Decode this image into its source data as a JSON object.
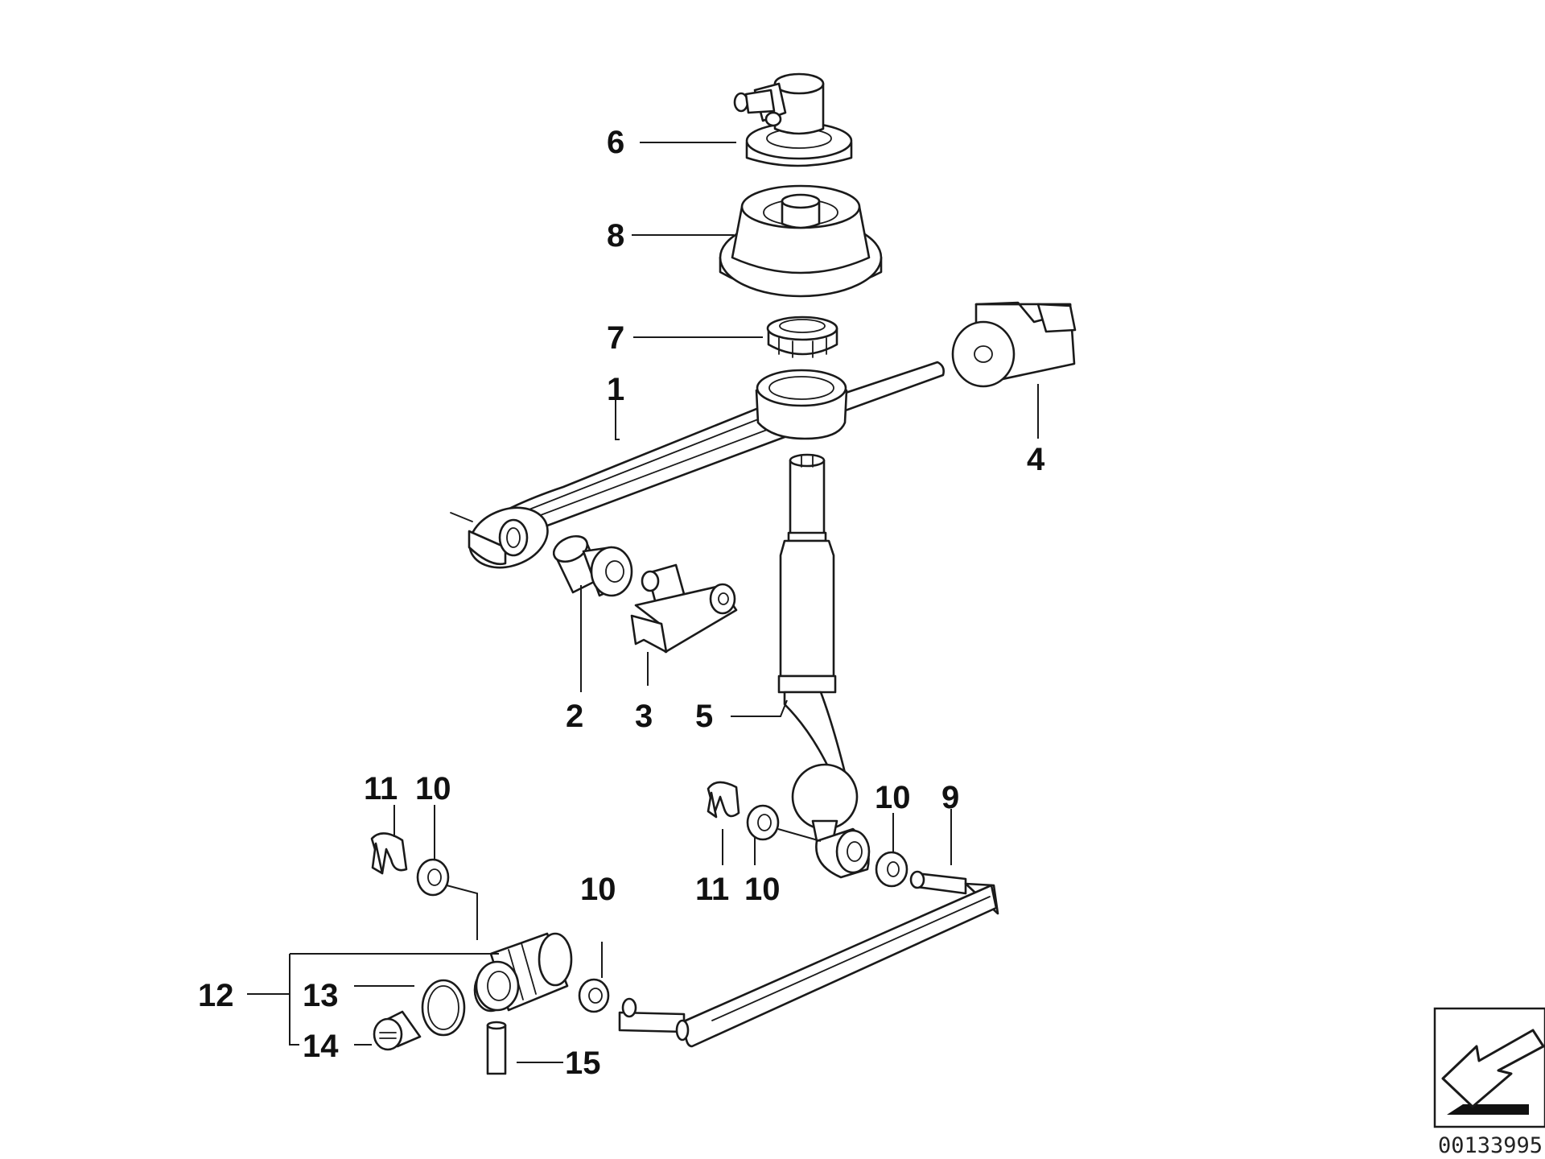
{
  "callouts": {
    "c1": "1",
    "c2": "2",
    "c3": "3",
    "c4": "4",
    "c5": "5",
    "c6": "6",
    "c7": "7",
    "c8": "8",
    "c9": "9",
    "c10a": "10",
    "c10b": "10",
    "c10c": "10",
    "c10d": "10",
    "c11a": "11",
    "c11b": "11",
    "c12": "12",
    "c13": "13",
    "c14": "14",
    "c15": "15"
  },
  "catalog_number": "00133995",
  "icons": {
    "corner_symbol": "view-direction-arrow-icon"
  },
  "colors": {
    "line": "#1a1a1a",
    "background": "#ffffff"
  }
}
